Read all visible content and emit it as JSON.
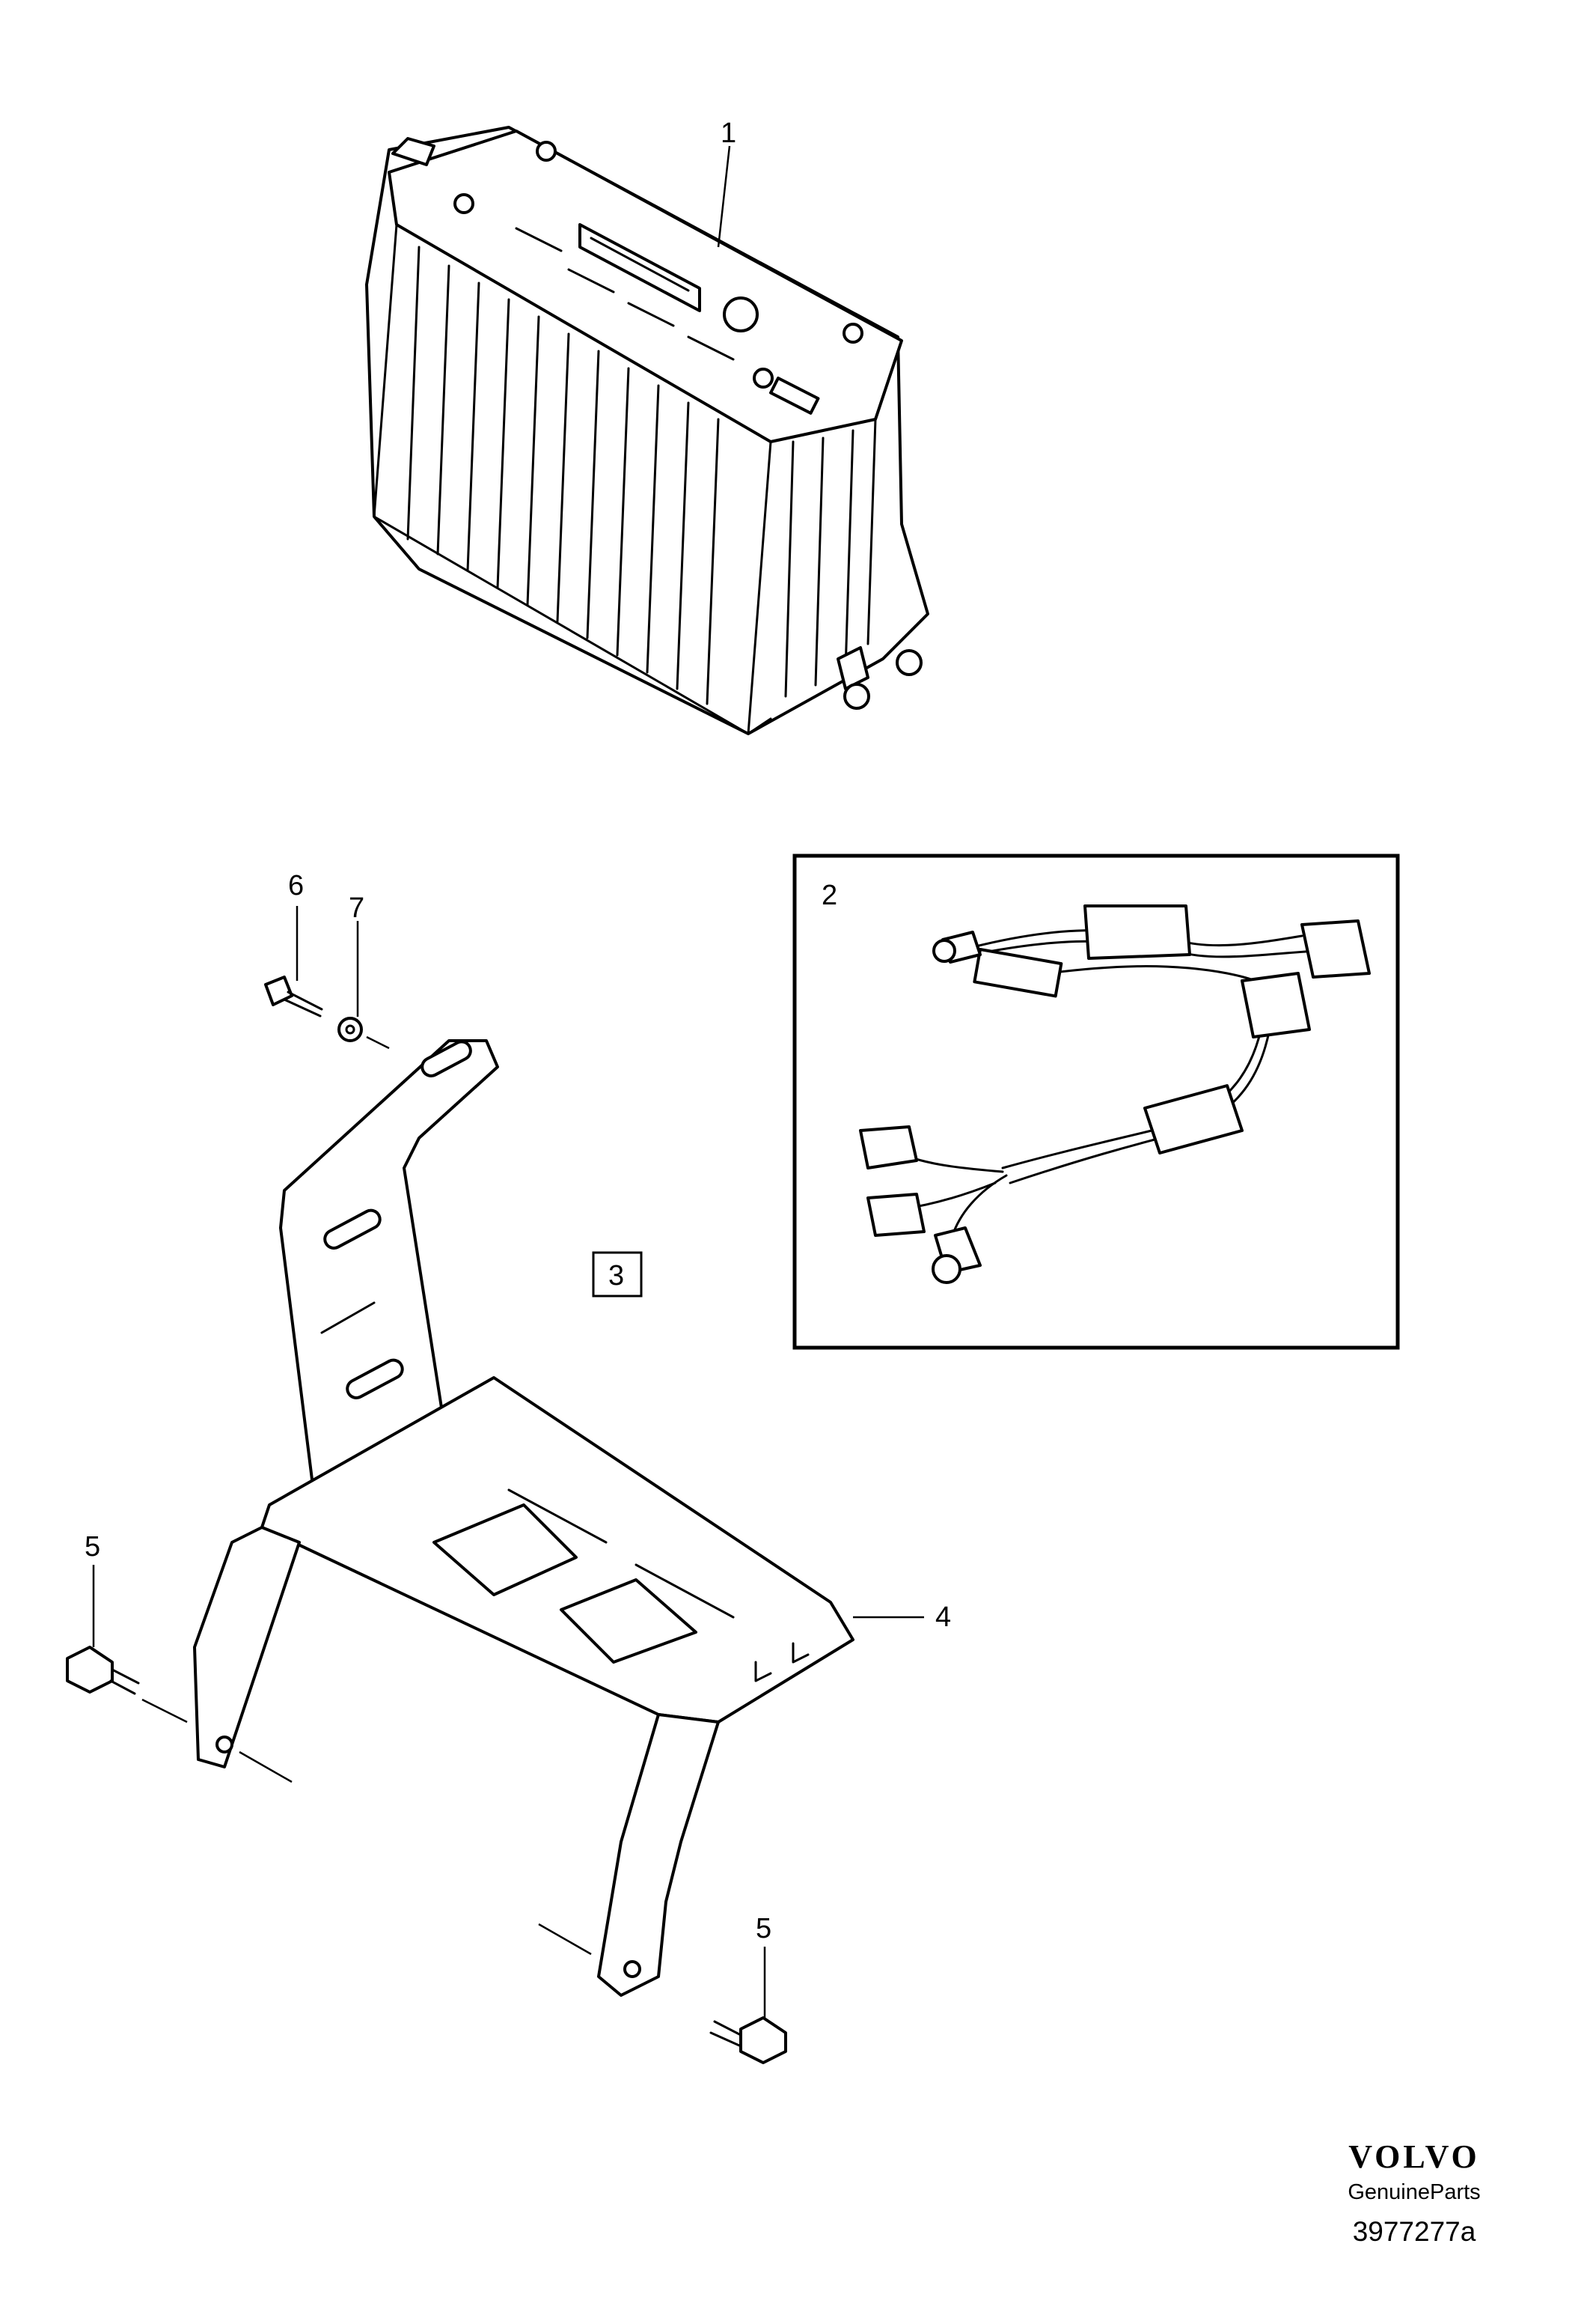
{
  "callouts": {
    "c1": "1",
    "c2": "2",
    "c3": "3",
    "c4": "4",
    "c5a": "5",
    "c5b": "5",
    "c6": "6",
    "c7": "7"
  },
  "footer": {
    "brand": "VOLVO",
    "subtitle": "GenuineParts",
    "drawing_number": "3977277a"
  }
}
